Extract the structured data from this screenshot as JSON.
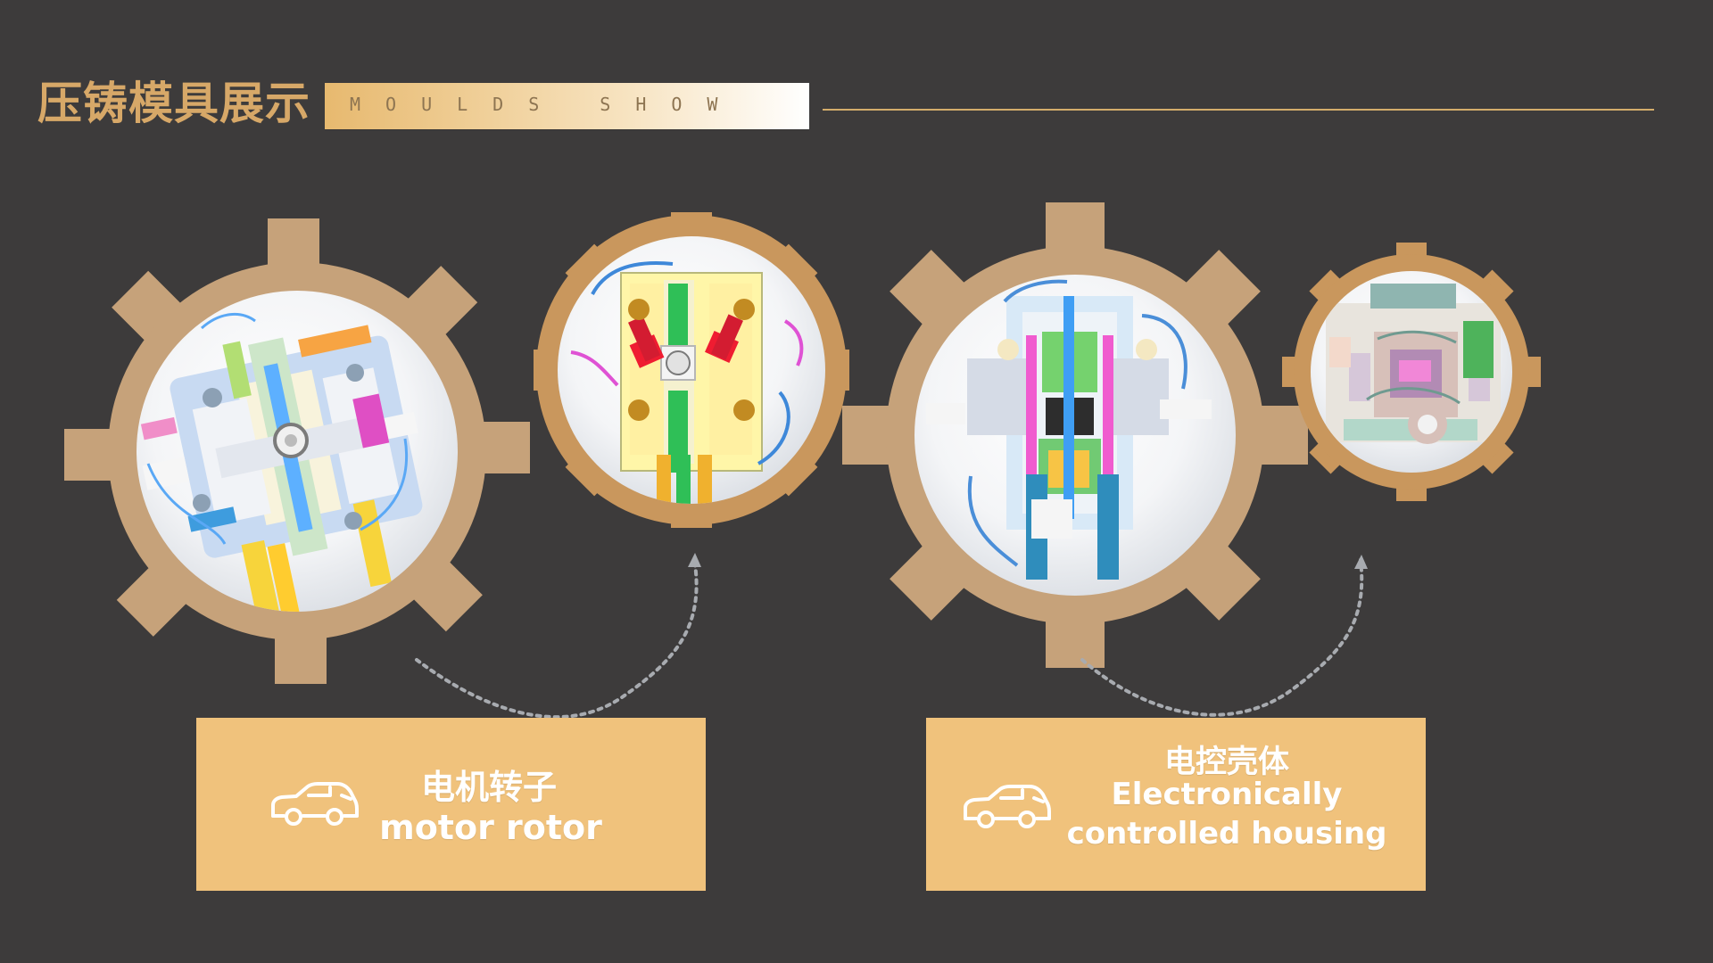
{
  "header": {
    "title_cn": "压铸模具展示",
    "title_en": "MOULDS SHOW"
  },
  "colors": {
    "background": "#3d3b3b",
    "accent": "#d7a868",
    "gear_large": "#c6a27a",
    "gear_small": "#c9975d",
    "caption": "#f0c27c"
  },
  "gears": [
    {
      "icon": "mould-gear-1"
    },
    {
      "icon": "mould-gear-2"
    },
    {
      "icon": "mould-gear-3"
    },
    {
      "icon": "mould-gear-4"
    }
  ],
  "captions": [
    {
      "icon": "car-icon",
      "cn": "电机转子",
      "en": "motor rotor"
    },
    {
      "icon": "car-icon",
      "cn": "电控壳体",
      "en_line1": "Electronically",
      "en_line2": "controlled housing"
    }
  ]
}
